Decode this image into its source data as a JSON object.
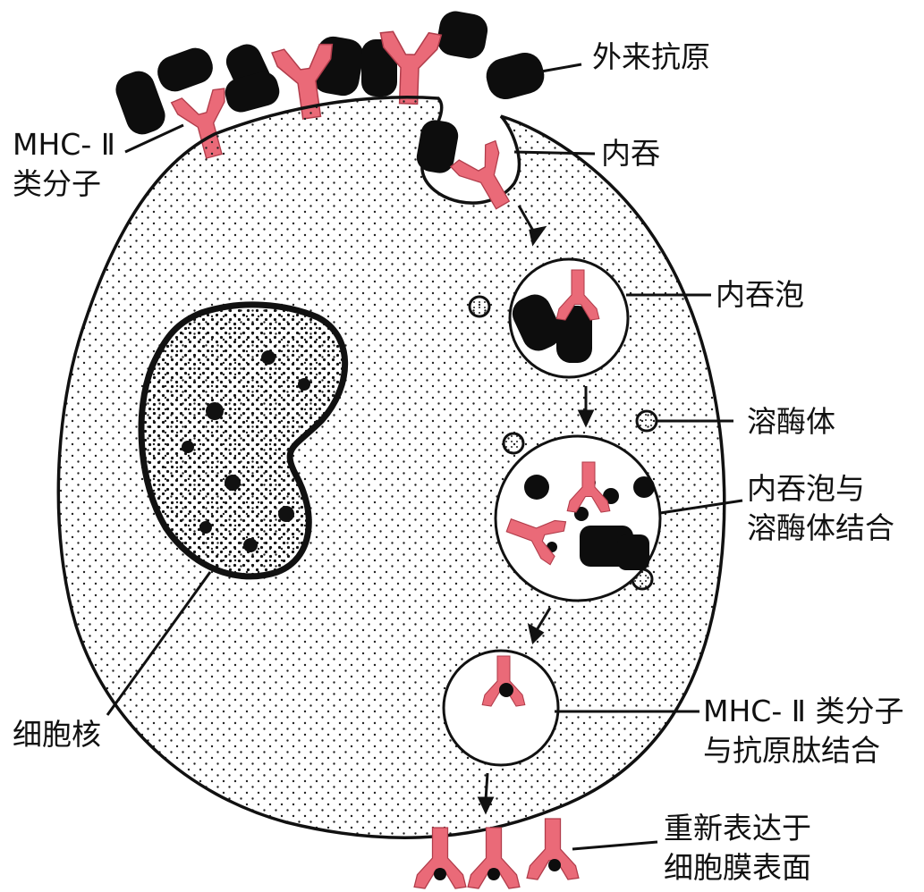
{
  "labels": {
    "foreign_antigen": "外来抗原",
    "mhc_ii_l1": "MHC- Ⅱ",
    "mhc_ii_l2": "类分子",
    "endocytosis": "内吞",
    "endosome": "内吞泡",
    "lysosome": "溶酶体",
    "fusion_l1": "内吞泡与",
    "fusion_l2": "溶酶体结合",
    "binding_l1": "MHC- Ⅱ 类分子",
    "binding_l2": "与抗原肽结合",
    "nucleus": "细胞核",
    "reexpress_l1": "重新表达于",
    "reexpress_l2": "细胞膜表面"
  },
  "colors": {
    "mhc_molecule": "#ea6a78",
    "antigen": "#0d0d0d",
    "outline": "#111111",
    "cytoplasm": "#ffffff"
  }
}
